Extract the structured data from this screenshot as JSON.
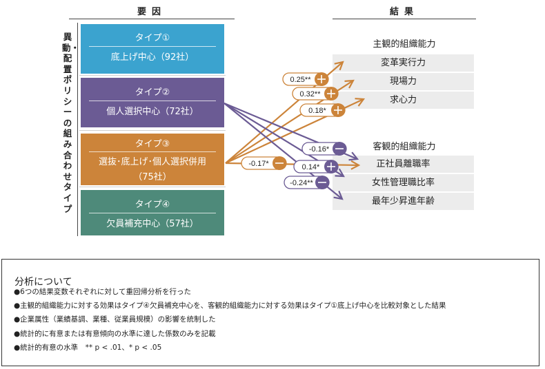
{
  "headers": {
    "left": "要因",
    "right": "結果"
  },
  "vertical_label": "異動・配置ポリシーの組み合わせタイプ",
  "types": [
    {
      "id": "type1",
      "title": "タイプ①",
      "subtitle": "底上げ中心（92社）",
      "color": "#3ba3cf"
    },
    {
      "id": "type2",
      "title": "タイプ②",
      "subtitle": "個人選択中心（72社）",
      "color": "#6b5b94"
    },
    {
      "id": "type3",
      "title": "タイプ③",
      "subtitle": "選抜･底上げ･個人選択併用",
      "subtitle2": "（75社）",
      "color": "#cc843a"
    },
    {
      "id": "type4",
      "title": "タイプ④",
      "subtitle": "欠員補充中心（57社）",
      "color": "#4e8a7a"
    }
  ],
  "outcomes": {
    "subjective": {
      "title": "主観的組織能力",
      "items": [
        "変革実行力",
        "現場力",
        "求心力"
      ]
    },
    "objective": {
      "title": "客観的組織能力",
      "items": [
        "正社員離職率",
        "女性管理職比率",
        "最年少昇進年齢"
      ]
    }
  },
  "effects": [
    {
      "from": "type3",
      "to": "変革実行力",
      "coef": "0.25**",
      "sign": "+",
      "color": "#cc843a"
    },
    {
      "from": "type3",
      "to": "現場力",
      "coef": "0.32**",
      "sign": "+",
      "color": "#cc843a"
    },
    {
      "from": "type3",
      "to": "求心力",
      "coef": "0.18*",
      "sign": "+",
      "color": "#cc843a"
    },
    {
      "from": "type3",
      "to": "正社員離職率",
      "coef": "-0.17*",
      "sign": "−",
      "color": "#cc843a"
    },
    {
      "from": "type2",
      "to": "正社員離職率",
      "coef": "-0.16*",
      "sign": "−",
      "color": "#6b5b94"
    },
    {
      "from": "type2",
      "to": "女性管理職比率",
      "coef": "0.14*",
      "sign": "+",
      "color": "#6b5b94"
    },
    {
      "from": "type2",
      "to": "最年少昇進年齢",
      "coef": "-0.24**",
      "sign": "−",
      "color": "#6b5b94"
    }
  ],
  "notes": {
    "title": "分析について",
    "items": [
      "●6つの結果変数それぞれに対して重回帰分析を行った",
      "●主観的組織能力に対する効果はタイプ④欠員補充中心を、客観的組織能力に対する効果はタイプ①底上げ中心を比較対象とした結果",
      "●企業属性（業績基調、業種、従業員規模）の影響を統制した",
      "●統計的に有意または有意傾向の水準に達した係数のみを記載",
      "●統計的有意の水準　** p < .01、* p < .05"
    ]
  }
}
